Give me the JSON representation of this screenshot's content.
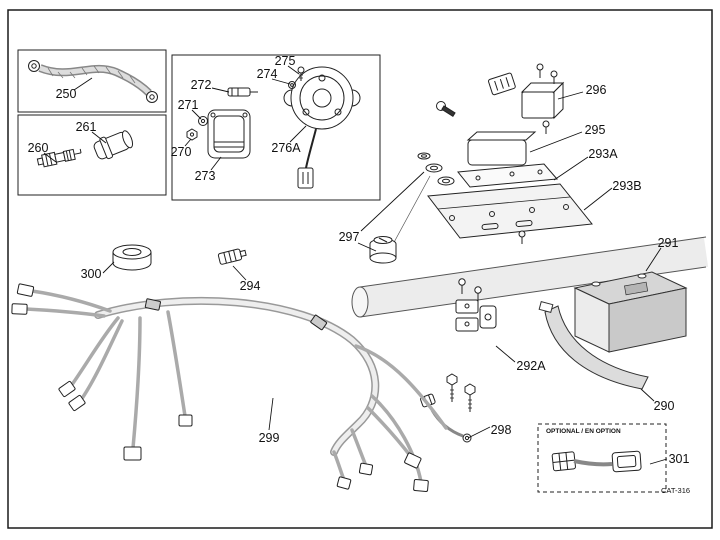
{
  "diagram": {
    "catalog_code": "CAT-316",
    "optional_label": "OPTIONAL / EN OPTION"
  },
  "callouts": [
    {
      "label": "250"
    },
    {
      "label": "261"
    },
    {
      "label": "260"
    },
    {
      "label": "275"
    },
    {
      "label": "274"
    },
    {
      "label": "272"
    },
    {
      "label": "271"
    },
    {
      "label": "270"
    },
    {
      "label": "273"
    },
    {
      "label": "276A"
    },
    {
      "label": "296"
    },
    {
      "label": "295"
    },
    {
      "label": "293A"
    },
    {
      "label": "293B"
    },
    {
      "label": "291"
    },
    {
      "label": "297"
    },
    {
      "label": "300"
    },
    {
      "label": "294"
    },
    {
      "label": "292A"
    },
    {
      "label": "290"
    },
    {
      "label": "299"
    },
    {
      "label": "298"
    },
    {
      "label": "301"
    }
  ]
}
